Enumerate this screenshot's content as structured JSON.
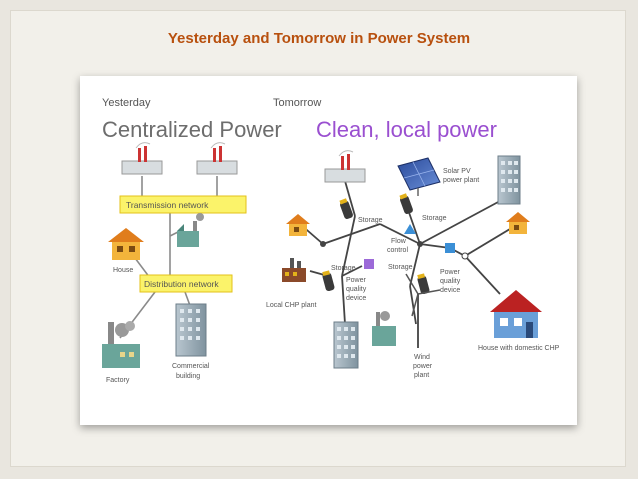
{
  "slide": {
    "title": "Yesterday and Tomorrow in Power System"
  },
  "yesterday": {
    "heading": "Yesterday",
    "title": "Centralized Power",
    "transmission_label": "Transmission network",
    "distribution_label": "Distribution network",
    "house_label": "House",
    "factory_label": "Factory",
    "commercial_label_1": "Commercial",
    "commercial_label_2": "building"
  },
  "tomorrow": {
    "heading": "Tomorrow",
    "title": "Clean, local power",
    "solar_label_1": "Solar PV",
    "solar_label_2": "power plant",
    "storage_top_left": "Storage",
    "storage_top_right": "Storage",
    "flow_control_1": "Flow",
    "flow_control_2": "control",
    "storage_mid_left": "Storage",
    "storage_mid_center": "Storage",
    "pq_left_1": "Power",
    "pq_left_2": "quality",
    "pq_left_3": "device",
    "pq_right_1": "Power",
    "pq_right_2": "quality",
    "pq_right_3": "device",
    "chp_label": "Local CHP plant",
    "wind_label_1": "Wind",
    "wind_label_2": "power",
    "wind_label_3": "plant",
    "house_chp_label": "House with domestic CHP"
  },
  "colors": {
    "title": "#b8500e",
    "yesterday_accent": "#e3b21a",
    "tomorrow_accent": "#9a4fd0",
    "network_highlight": "#fbf36a",
    "flow_blue": "#3b8fd6",
    "pq_purple": "#9c6ad8"
  }
}
